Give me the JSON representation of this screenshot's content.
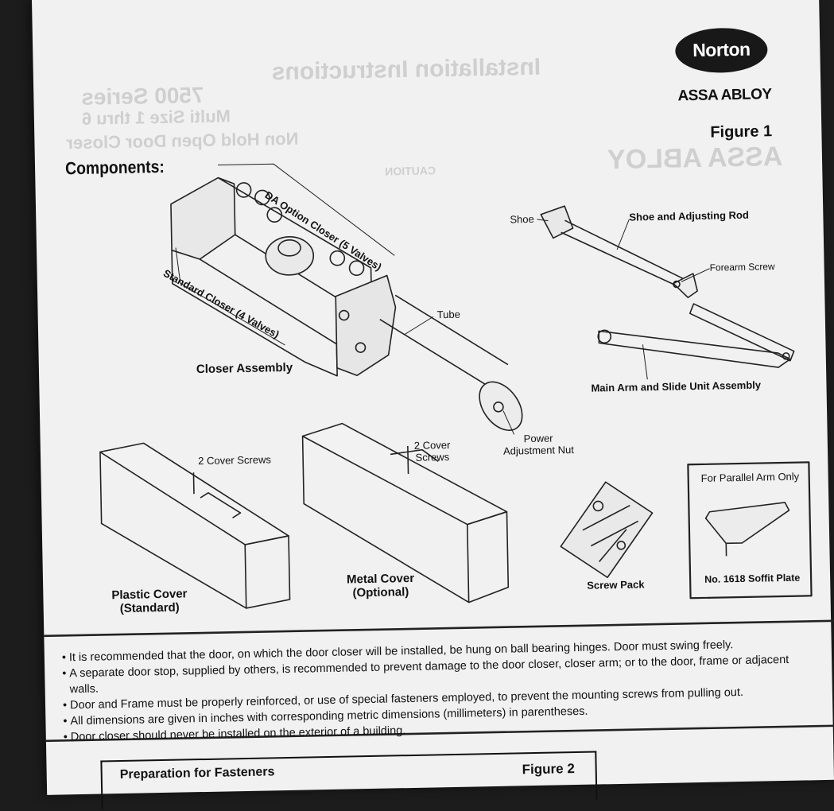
{
  "header": {
    "bleed_title": "Installation Instructions",
    "bleed_model": "7500 Series",
    "bleed_line1": "Multi Size 1 thru 6",
    "bleed_line2": "Non Hold Open Door Closer",
    "bleed_caution": "CAUTION",
    "logo_text": "Norton",
    "brand_text": "ASSA ABLOY",
    "figure_label": "Figure 1"
  },
  "components": {
    "heading": "Components:",
    "da_option_closer": "DA Option Closer (5 Valves)",
    "standard_closer": "Standard Closer (4 Valves)",
    "tube": "Tube",
    "closer_assembly": "Closer Assembly",
    "power_adjustment_nut_line1": "Power",
    "power_adjustment_nut_line2": "Adjustment Nut",
    "shoe": "Shoe",
    "shoe_and_adjusting_rod": "Shoe and Adjusting Rod",
    "forearm_screw": "Forearm Screw",
    "main_arm_and_slide": "Main Arm and Slide  Unit Assembly",
    "plastic_cover_screws": "2 Cover Screws",
    "metal_cover_screws_line1": "2 Cover",
    "metal_cover_screws_line2": "Screws",
    "plastic_cover_line1": "Plastic Cover",
    "plastic_cover_line2": "(Standard)",
    "metal_cover_line1": "Metal Cover",
    "metal_cover_line2": "(Optional)",
    "screw_pack": "Screw Pack",
    "parallel_arm_only": "For Parallel Arm Only",
    "soffit_plate": "No. 1618 Soffit Plate"
  },
  "notes": [
    "It is recommended that the door, on which the door closer will be installed, be hung on ball bearing hinges. Door must swing freely.",
    "A separate door stop, supplied by others, is recommended to prevent damage to the door closer, closer arm; or to the door, frame or adjacent walls.",
    "Door and Frame must be properly reinforced, or use of special fasteners employed, to prevent the mounting screws from pulling out.",
    "All dimensions are given in inches with corresponding metric dimensions (millimeters) in parentheses.",
    "Door closer should never be installed on the exterior of a building."
  ],
  "bullet_glyph": "•",
  "footer": {
    "prep_title": "Preparation for Fasteners",
    "figure_label": "Figure 2"
  }
}
